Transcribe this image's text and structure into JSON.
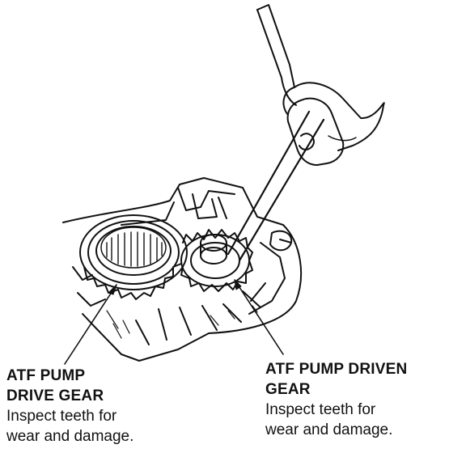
{
  "callouts": {
    "drive_gear": {
      "title_line1": "ATF PUMP",
      "title_line2": "DRIVE GEAR",
      "desc_line1": "Inspect teeth for",
      "desc_line2": "wear and damage."
    },
    "driven_gear": {
      "title_line1": "ATF PUMP DRIVEN",
      "title_line2": "GEAR",
      "desc_line1": "Inspect teeth for",
      "desc_line2": "wear and damage."
    }
  },
  "colors": {
    "ink": "#111111",
    "paper": "#ffffff"
  }
}
